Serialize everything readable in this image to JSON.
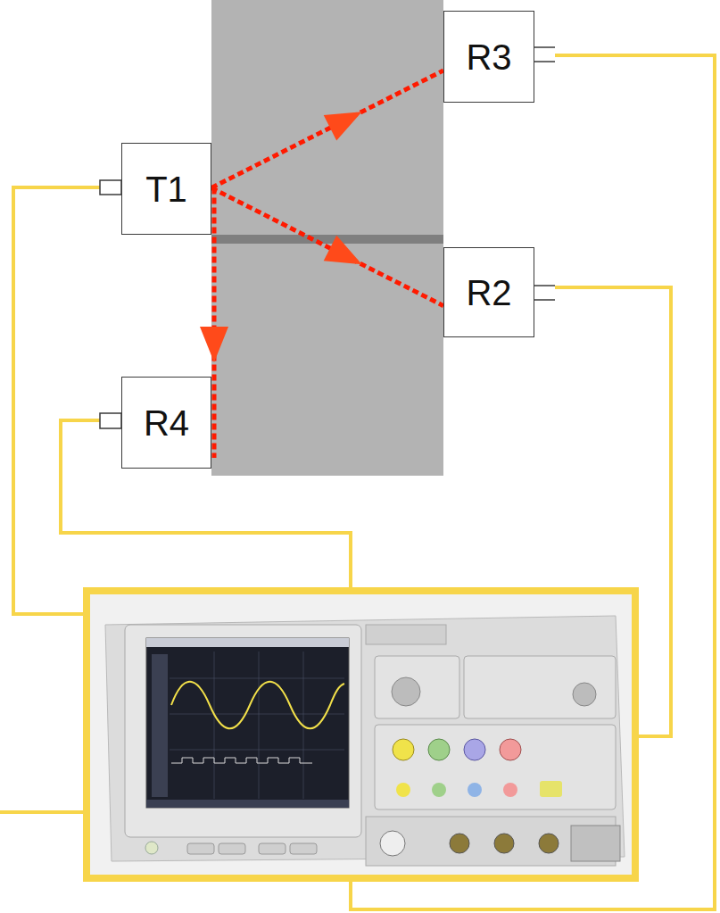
{
  "diagram": {
    "nodes": [
      {
        "text": [
          "R3"
        ]
      },
      {
        "text": [
          "T1"
        ]
      },
      {
        "text": [
          "R2"
        ]
      },
      {
        "text": [
          "R4"
        ]
      }
    ],
    "edges": [
      {
        "from": 1,
        "to": 0,
        "arrow": "to"
      },
      {
        "from": 1,
        "to": 2,
        "arrow": "to"
      },
      {
        "from": 1,
        "to": 3,
        "arrow": "to"
      }
    ]
  }
}
